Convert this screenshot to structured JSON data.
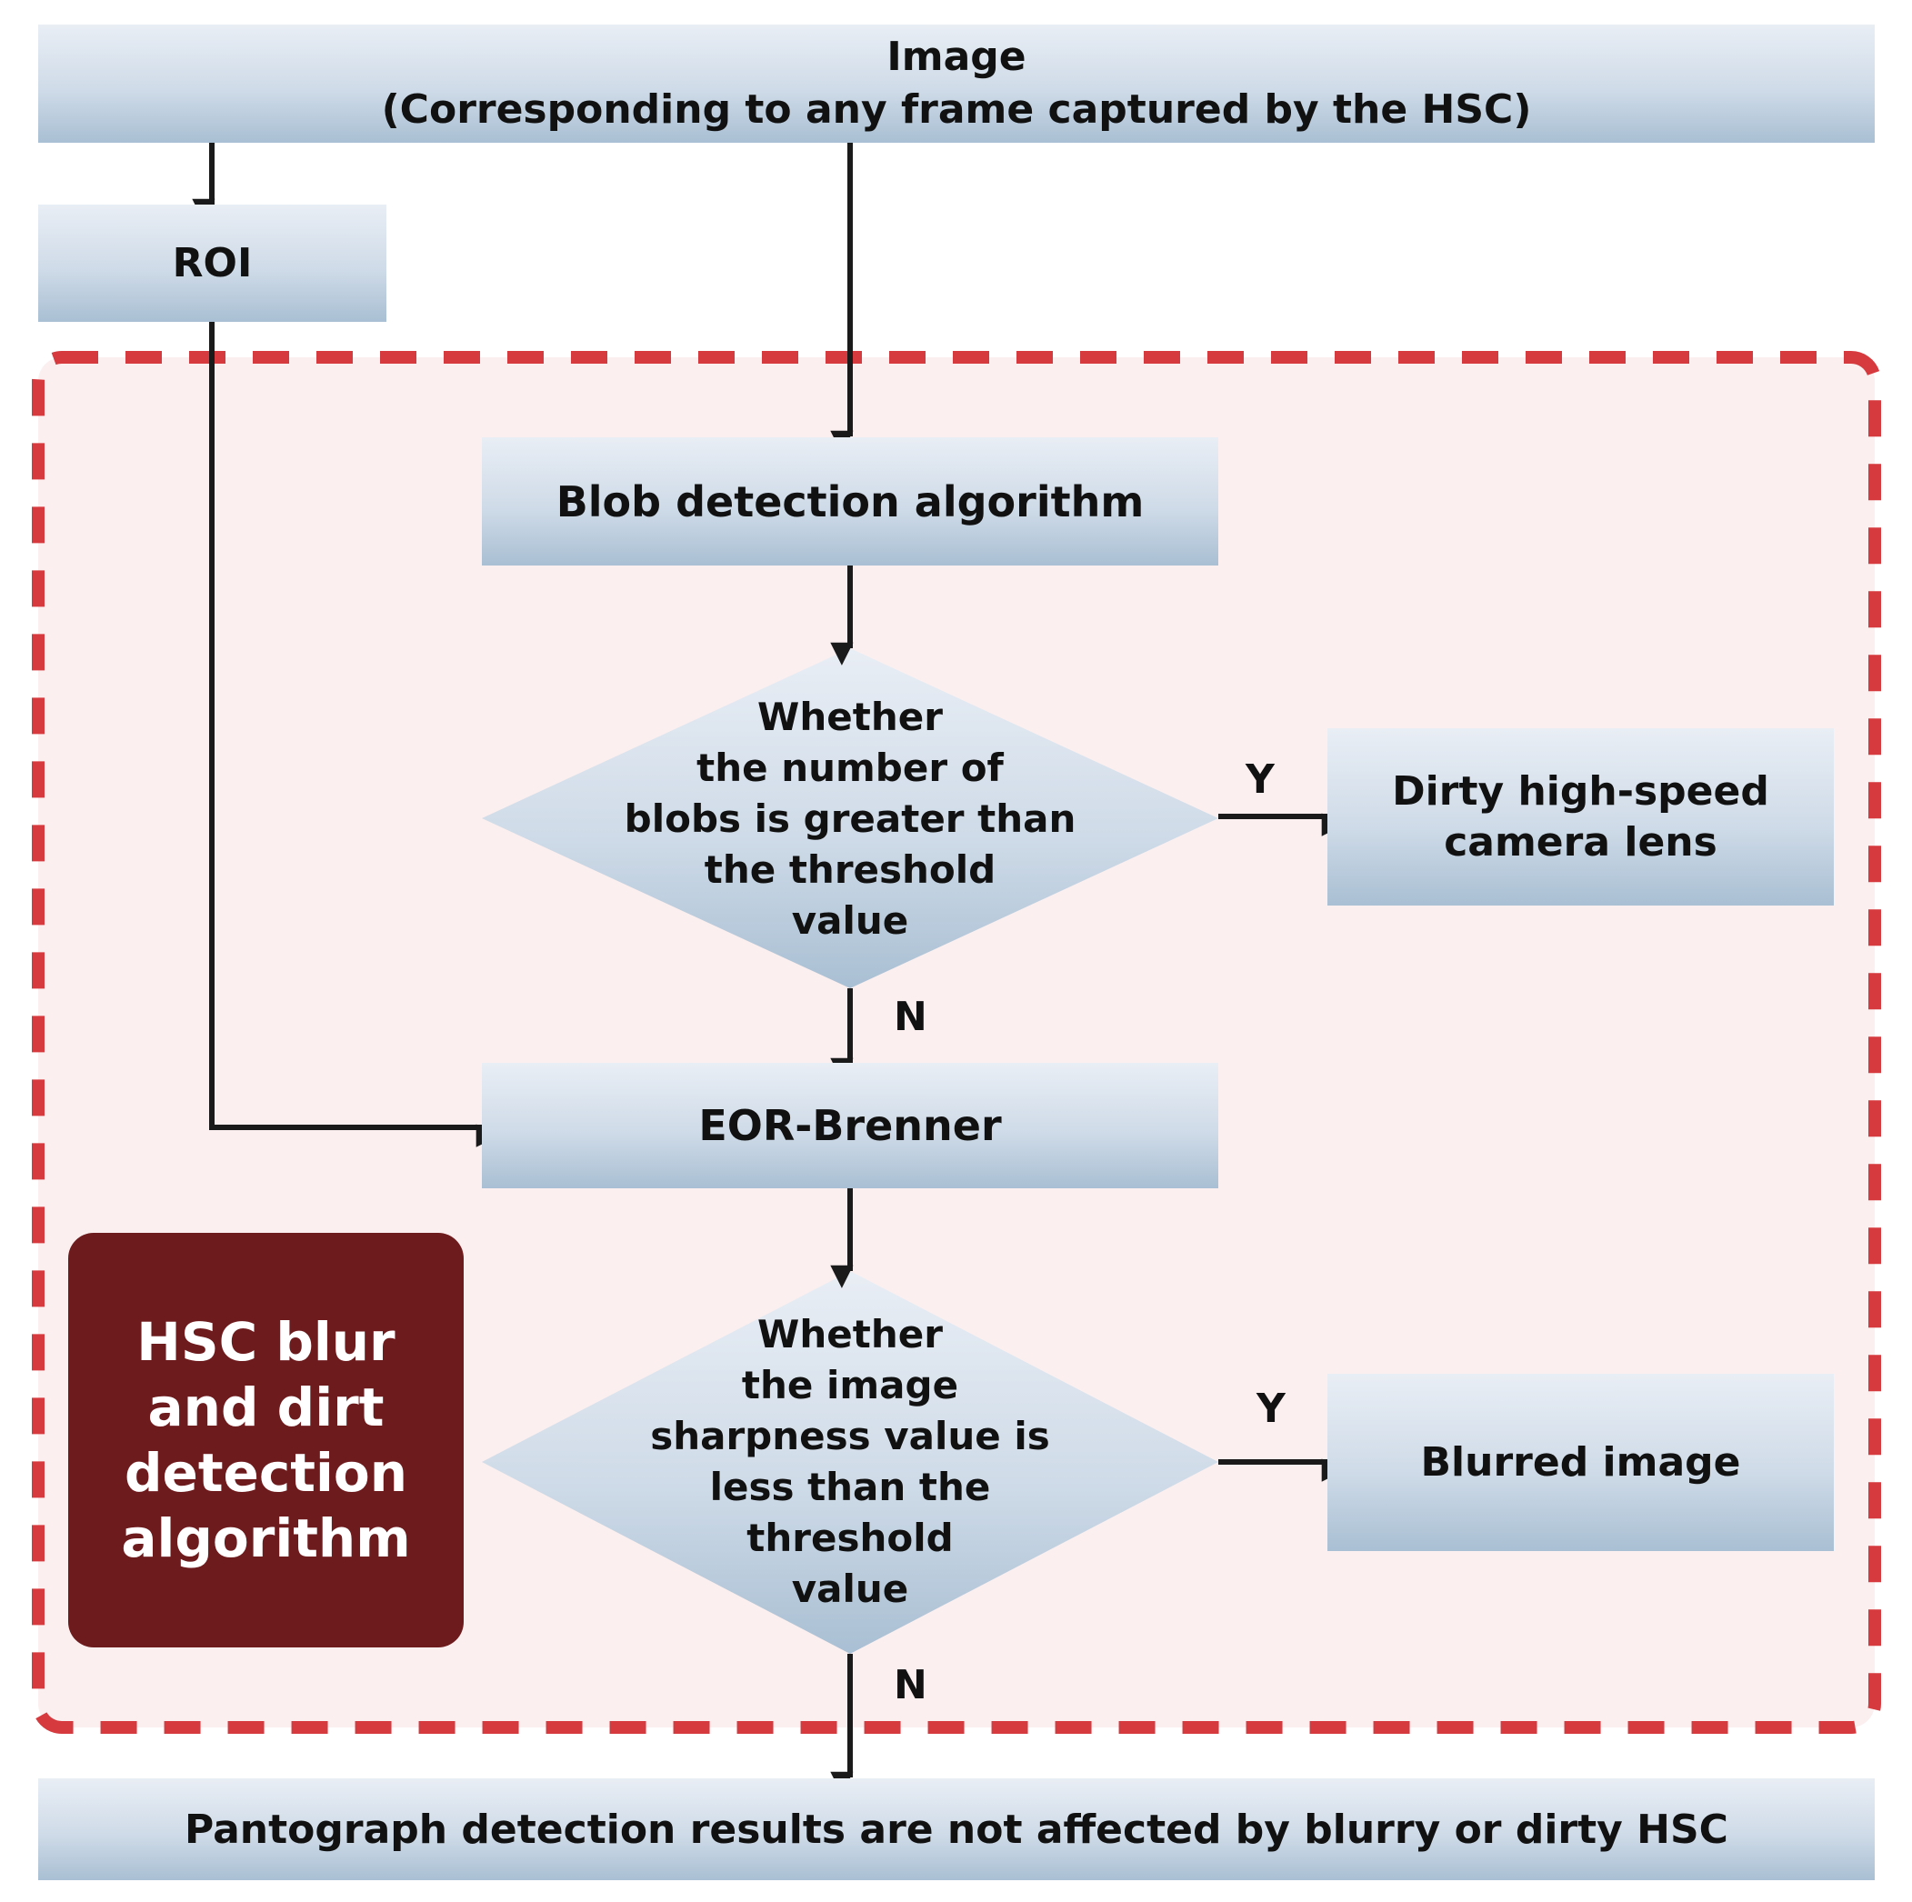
{
  "nodes": {
    "image_title": "Image",
    "image_subtitle": "(Corresponding to any frame captured by the HSC)",
    "roi": "ROI",
    "blob_detection": "Blob detection algorithm",
    "decision_blobs": "Whether\nthe number of\nblobs is greater than\nthe threshold\nvalue",
    "dirty_lens": "Dirty high-speed\ncamera lens",
    "eor_brenner": "EOR-Brenner",
    "decision_sharpness": "Whether\nthe image\nsharpness value is\nless than the\nthreshold\nvalue",
    "blurred_image": "Blurred image",
    "result": "Pantograph detection results are not affected by blurry or dirty HSC",
    "algorithm_label": "HSC blur\nand dirt\ndetection\nalgorithm"
  },
  "edge_labels": {
    "yes_1": "Y",
    "no_1": "N",
    "yes_2": "Y",
    "no_2": "N"
  },
  "colors": {
    "dashed_border": "#d63a3f",
    "region_fill": "#fbefef",
    "label_box": "#6e1b1e",
    "arrow": "#1a1a1a"
  }
}
